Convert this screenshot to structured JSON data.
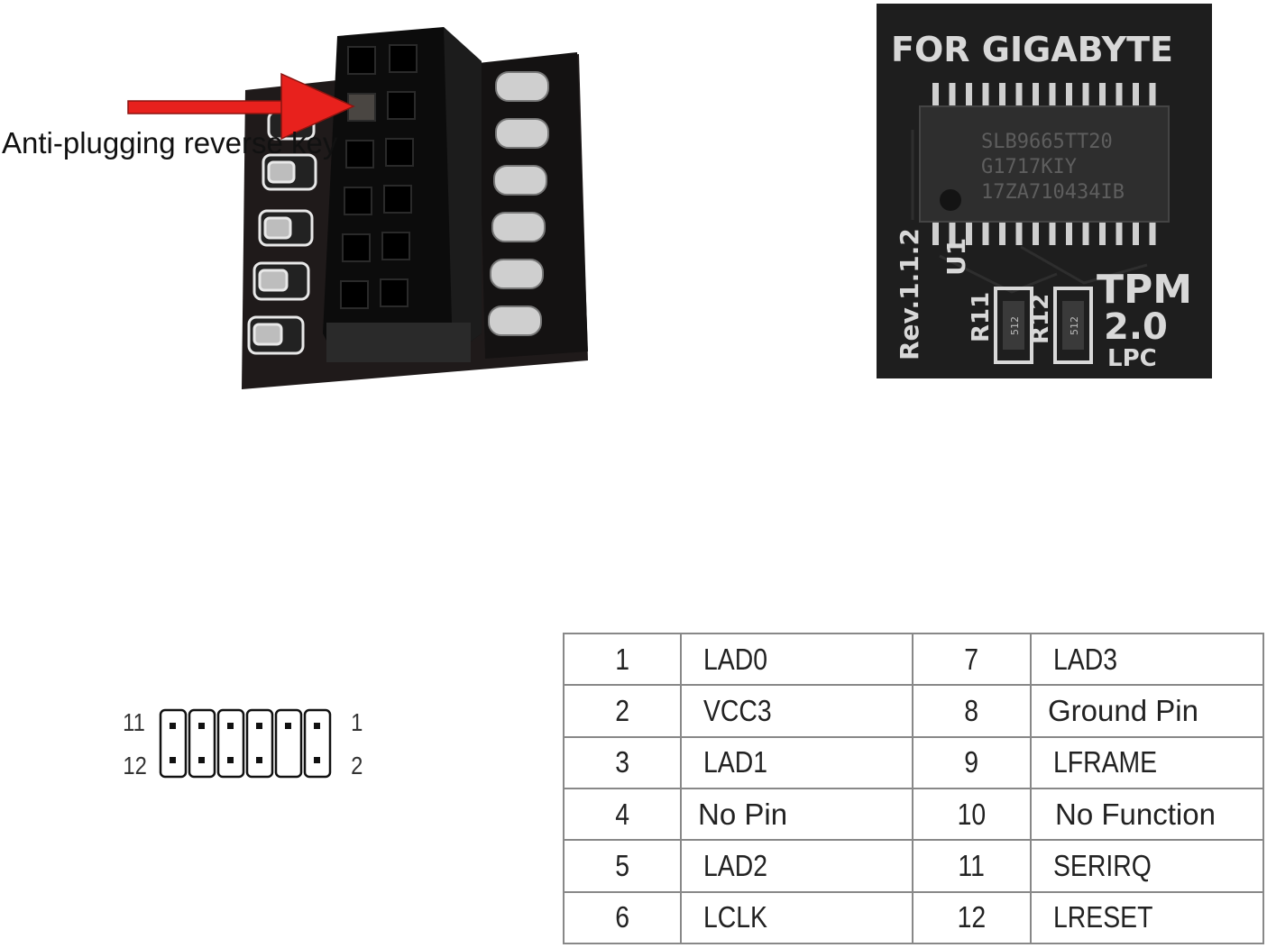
{
  "annotation": {
    "label": "Anti-plugging reverse key"
  },
  "tpm_board": {
    "brand_text": "FOR GIGABYTE",
    "chip_line1": "SLB9665TT20",
    "chip_line2": "G1717KIY",
    "chip_line3": "17ZA710434IB",
    "revision": "Rev.1.1.2",
    "ref_u1": "U1",
    "ref_r11": "R11",
    "ref_r12": "R12",
    "resistor_code": "512",
    "model_line1": "TPM",
    "model_line2": "2.0",
    "model_line3": "LPC"
  },
  "header_diagram": {
    "top_left": "11",
    "bottom_left": "12",
    "top_right": "1",
    "bottom_right": "2"
  },
  "pin_table": {
    "rows": [
      {
        "pin_a": "1",
        "signal_a": "LAD0",
        "pin_b": "7",
        "signal_b": "LAD3"
      },
      {
        "pin_a": "2",
        "signal_a": "VCC3",
        "pin_b": "8",
        "signal_b": "Ground Pin"
      },
      {
        "pin_a": "3",
        "signal_a": "LAD1",
        "pin_b": "9",
        "signal_b": "LFRAME"
      },
      {
        "pin_a": "4",
        "signal_a": "No Pin",
        "pin_b": "10",
        "signal_b": "No Function"
      },
      {
        "pin_a": "5",
        "signal_a": "LAD2",
        "pin_b": "11",
        "signal_b": "SERIRQ"
      },
      {
        "pin_a": "6",
        "signal_a": "LCLK",
        "pin_b": "12",
        "signal_b": "LRESET"
      }
    ]
  },
  "colors": {
    "arrow": "#e8211d",
    "pcb": "#1e1e1e",
    "silkscreen": "#d8d8d8",
    "connector_body": "#101010",
    "table_border": "#888888"
  }
}
